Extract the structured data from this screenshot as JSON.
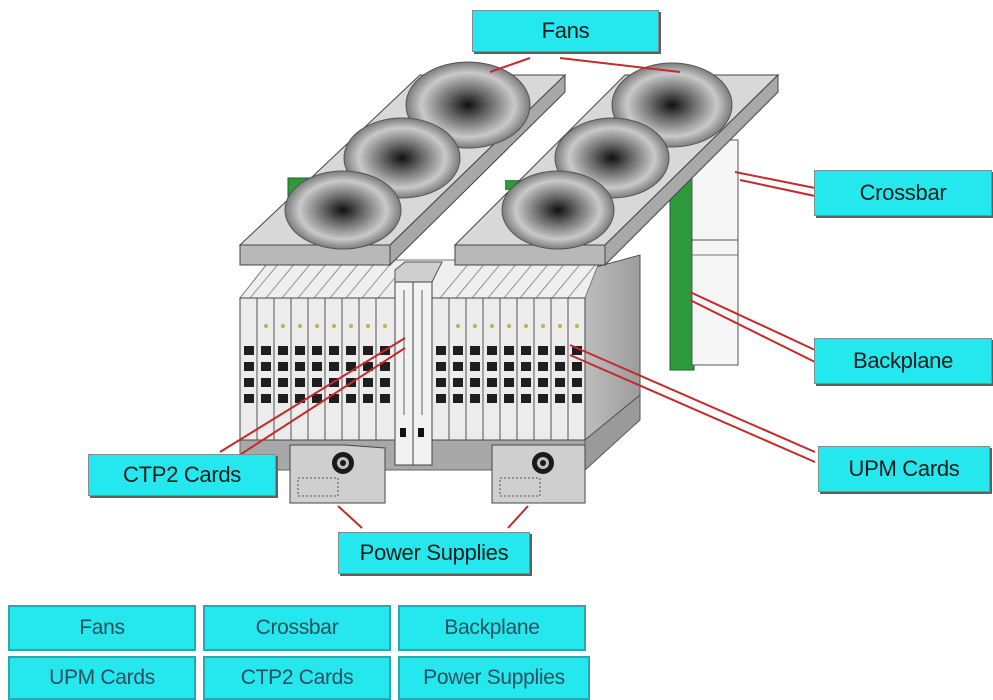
{
  "callouts": {
    "fans": "Fans",
    "crossbar": "Crossbar",
    "backplane": "Backplane",
    "upm_cards": "UPM Cards",
    "ctp2_cards": "CTP2 Cards",
    "power_supplies": "Power Supplies"
  },
  "answer_tiles": [
    "Fans",
    "Crossbar",
    "Backplane",
    "UPM Cards",
    "CTP2 Cards",
    "Power Supplies"
  ],
  "colors": {
    "label_fill": "#24e8ee",
    "leader_line": "#c42a2a",
    "backplane_board": "#2f9a3c",
    "chassis_gray": "#d4d4d4"
  }
}
